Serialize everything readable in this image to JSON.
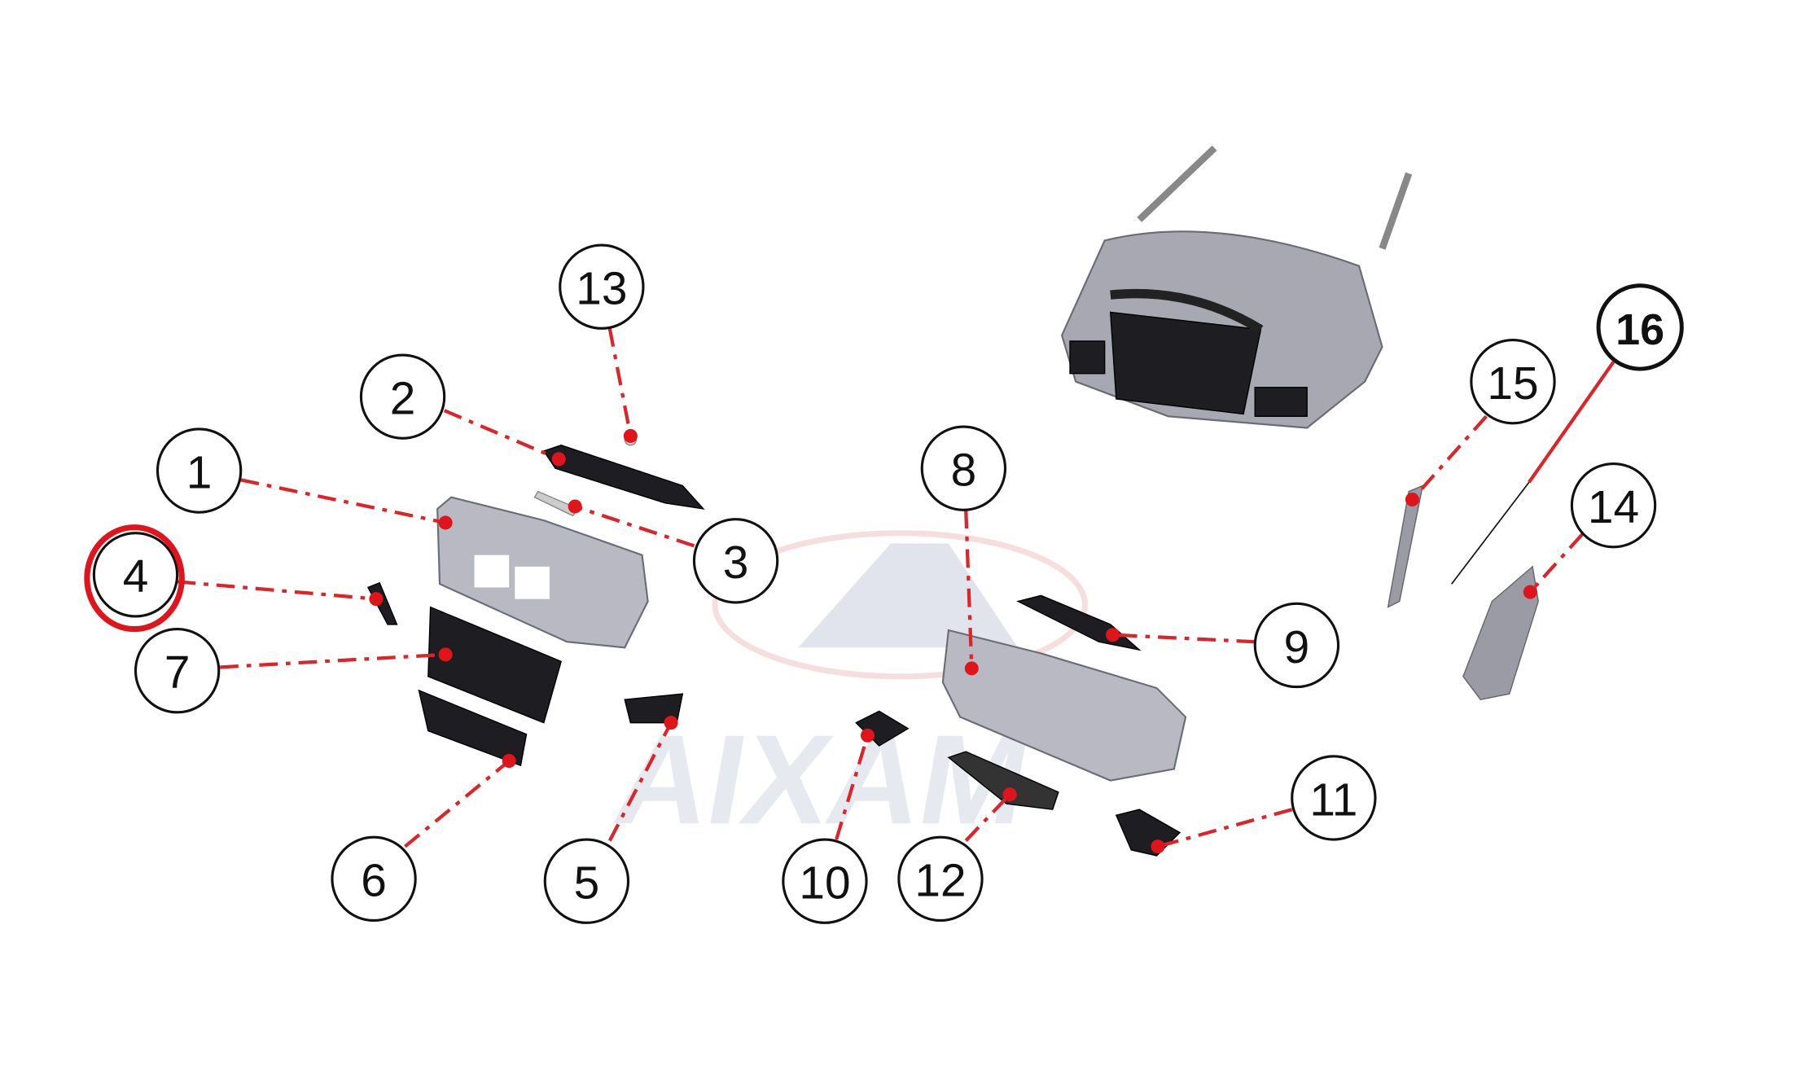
{
  "diagram": {
    "watermark_logo": "AIXAM",
    "callouts": [
      {
        "id": "1",
        "label": "1"
      },
      {
        "id": "2",
        "label": "2"
      },
      {
        "id": "3",
        "label": "3"
      },
      {
        "id": "4",
        "label": "4",
        "highlighted": true
      },
      {
        "id": "5",
        "label": "5"
      },
      {
        "id": "6",
        "label": "6"
      },
      {
        "id": "7",
        "label": "7"
      },
      {
        "id": "8",
        "label": "8"
      },
      {
        "id": "9",
        "label": "9"
      },
      {
        "id": "10",
        "label": "10"
      },
      {
        "id": "11",
        "label": "11"
      },
      {
        "id": "12",
        "label": "12"
      },
      {
        "id": "13",
        "label": "13"
      },
      {
        "id": "14",
        "label": "14"
      },
      {
        "id": "15",
        "label": "15"
      },
      {
        "id": "16",
        "label": "16",
        "bold": true
      }
    ],
    "colors": {
      "leader": "#d9262b",
      "highlight": "#e0141b"
    }
  }
}
